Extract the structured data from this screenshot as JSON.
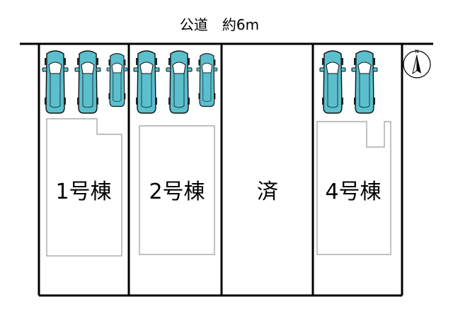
{
  "road": {
    "label": "公道　約6m"
  },
  "compass": {
    "north_label": "N",
    "icon": "compass-north-icon"
  },
  "lots": [
    {
      "id": "lot-1",
      "label": "1号棟",
      "parking_spaces": 3,
      "status": "available"
    },
    {
      "id": "lot-2",
      "label": "2号棟",
      "parking_spaces": 3,
      "status": "available"
    },
    {
      "id": "lot-3",
      "label": "済",
      "parking_spaces": 0,
      "status": "sold"
    },
    {
      "id": "lot-4",
      "label": "4号棟",
      "parking_spaces": 2,
      "status": "available"
    }
  ],
  "colors": {
    "car_body": "#5bbfce",
    "car_outline": "#111111",
    "lot_border": "#000000",
    "footprint_border": "#9a9a9a"
  }
}
